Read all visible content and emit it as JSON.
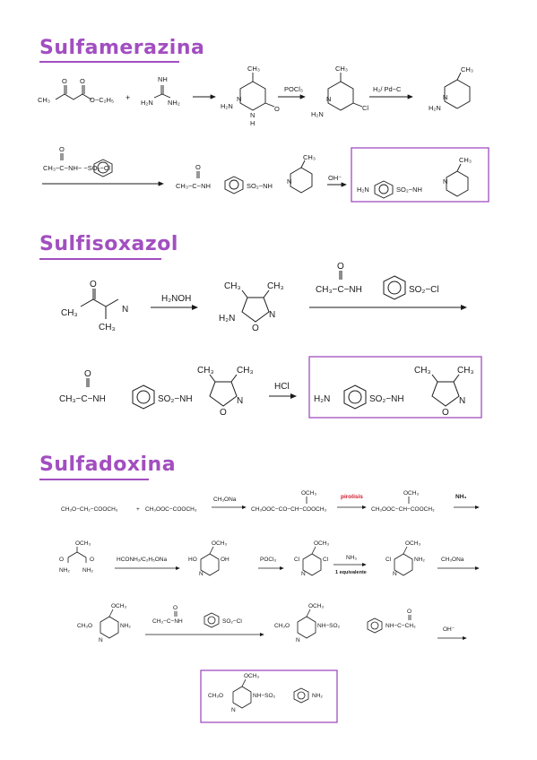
{
  "accent_color": "#a24ec0",
  "sections": [
    {
      "title": "Sulfamerazina",
      "reactants": {
        "ketoester": {
          "ch3": "CH₃",
          "o": "O",
          "oet": "O−C₂H₅"
        },
        "plus": "+",
        "guanidine": {
          "nh": "NH",
          "h2n": "H₂N",
          "nh2": "NH₂"
        }
      },
      "pyrimidinone": {
        "ch3": "CH₃",
        "h2n": "H₂N",
        "n": "N",
        "o": "O",
        "nh": "N",
        "h": "H"
      },
      "reagent_1": "POCl₃",
      "chloropyrimidine": {
        "ch3": "CH₃",
        "h2n": "H₂N",
        "n": "N",
        "cl": "Cl"
      },
      "reagent_2": "H₂/ Pd−C",
      "aminopyrimidine": {
        "ch3": "CH₃",
        "h2n": "H₂N",
        "n": "N"
      },
      "acyl_chloride": "CH₃−C−NH−    −SO₂−Cl",
      "acyl_o": "O",
      "intermediate": {
        "acetyl": "CH₃−C−NH",
        "o": "O",
        "link": "SO₂−NH",
        "ch3": "CH₃",
        "n": "N"
      },
      "reagent_3": "OH⁻",
      "product": {
        "h2n": "H₂N",
        "link": "SO₂−NH",
        "ch3": "CH₃",
        "n": "N"
      }
    },
    {
      "title": "Sulfisoxazol",
      "ketonitrile": {
        "o": "O",
        "ch3a": "CH₃",
        "ch3b": "CH₃",
        "n": "N"
      },
      "reagent_1": "H₂NOH",
      "aminoisoxazole": {
        "ch3a": "CH₃",
        "ch3b": "CH₃",
        "h2n": "H₂N",
        "o": "O",
        "n": "N"
      },
      "acyl_chloride": {
        "acetyl": "CH₃−C−NH",
        "o": "O",
        "so2cl": "SO₂−Cl"
      },
      "intermediate": {
        "acetyl": "CH₃−C−NH",
        "o": "O",
        "link": "SO₂−NH",
        "ch3a": "CH₃",
        "ch3b": "CH₃",
        "ox": "O",
        "n": "N"
      },
      "reagent_2": "HCl",
      "product": {
        "h2n": "H₂N",
        "link": "SO₂−NH",
        "ch3a": "CH₃",
        "ch3b": "CH₃",
        "ox": "O",
        "n": "N"
      }
    },
    {
      "title": "Sulfadoxina",
      "row1": {
        "ester1": "CH₃O−CH₂−COOCH₃",
        "plus": "+",
        "ester2": "CH₃OOC−COOCH₃",
        "reagent_1": "CH₃ONa",
        "ketoester": "CH₃OOC−CO−CH−COOCH₃",
        "ketoester_och3": "OCH₃",
        "reagent_2": "pirolisis",
        "malonate": "CH₃OOC−CH−COOCH₃",
        "malonate_och3": "OCH₃",
        "reagent_3": "NH₃"
      },
      "row2": {
        "diamide": {
          "och3": "OCH₃",
          "o1": "O",
          "o2": "O",
          "nh2a": "NH₂",
          "nh2b": "NH₂"
        },
        "reagent_1": "HCONH₂/C₂H₅ONa",
        "dihydroxy": {
          "och3": "OCH₃",
          "ho": "HO",
          "oh": "OH",
          "n": "N"
        },
        "reagent_2": "POCl₃",
        "dichloro": {
          "och3": "OCH₃",
          "cl1": "Cl",
          "cl2": "Cl",
          "n": "N"
        },
        "reagent_3": "NH₃",
        "reagent_3_note": "1 equivalente",
        "chloroamino": {
          "och3": "OCH₃",
          "cl": "Cl",
          "nh2": "NH₂",
          "n": "N"
        },
        "reagent_4": "CH₃ONa"
      },
      "row3": {
        "dimethoxyamine": {
          "ch3o": "CH₃O",
          "och3": "OCH₃",
          "nh2": "NH₂",
          "n": "N"
        },
        "acyl_chloride": {
          "acetyl": "CH₃−C−NH",
          "o": "O",
          "so2cl": "SO₂−Cl"
        },
        "intermediate": {
          "ch3o": "CH₃O",
          "och3": "OCH₃",
          "link": "NH−SO₂",
          "tail": "NH−C−CH₃",
          "o": "O",
          "n": "N"
        },
        "reagent_1": "OH⁻"
      },
      "product": {
        "ch3o": "CH₃O",
        "och3": "OCH₃",
        "link": "NH−SO₂",
        "nh2": "NH₂",
        "n": "N"
      }
    }
  ]
}
